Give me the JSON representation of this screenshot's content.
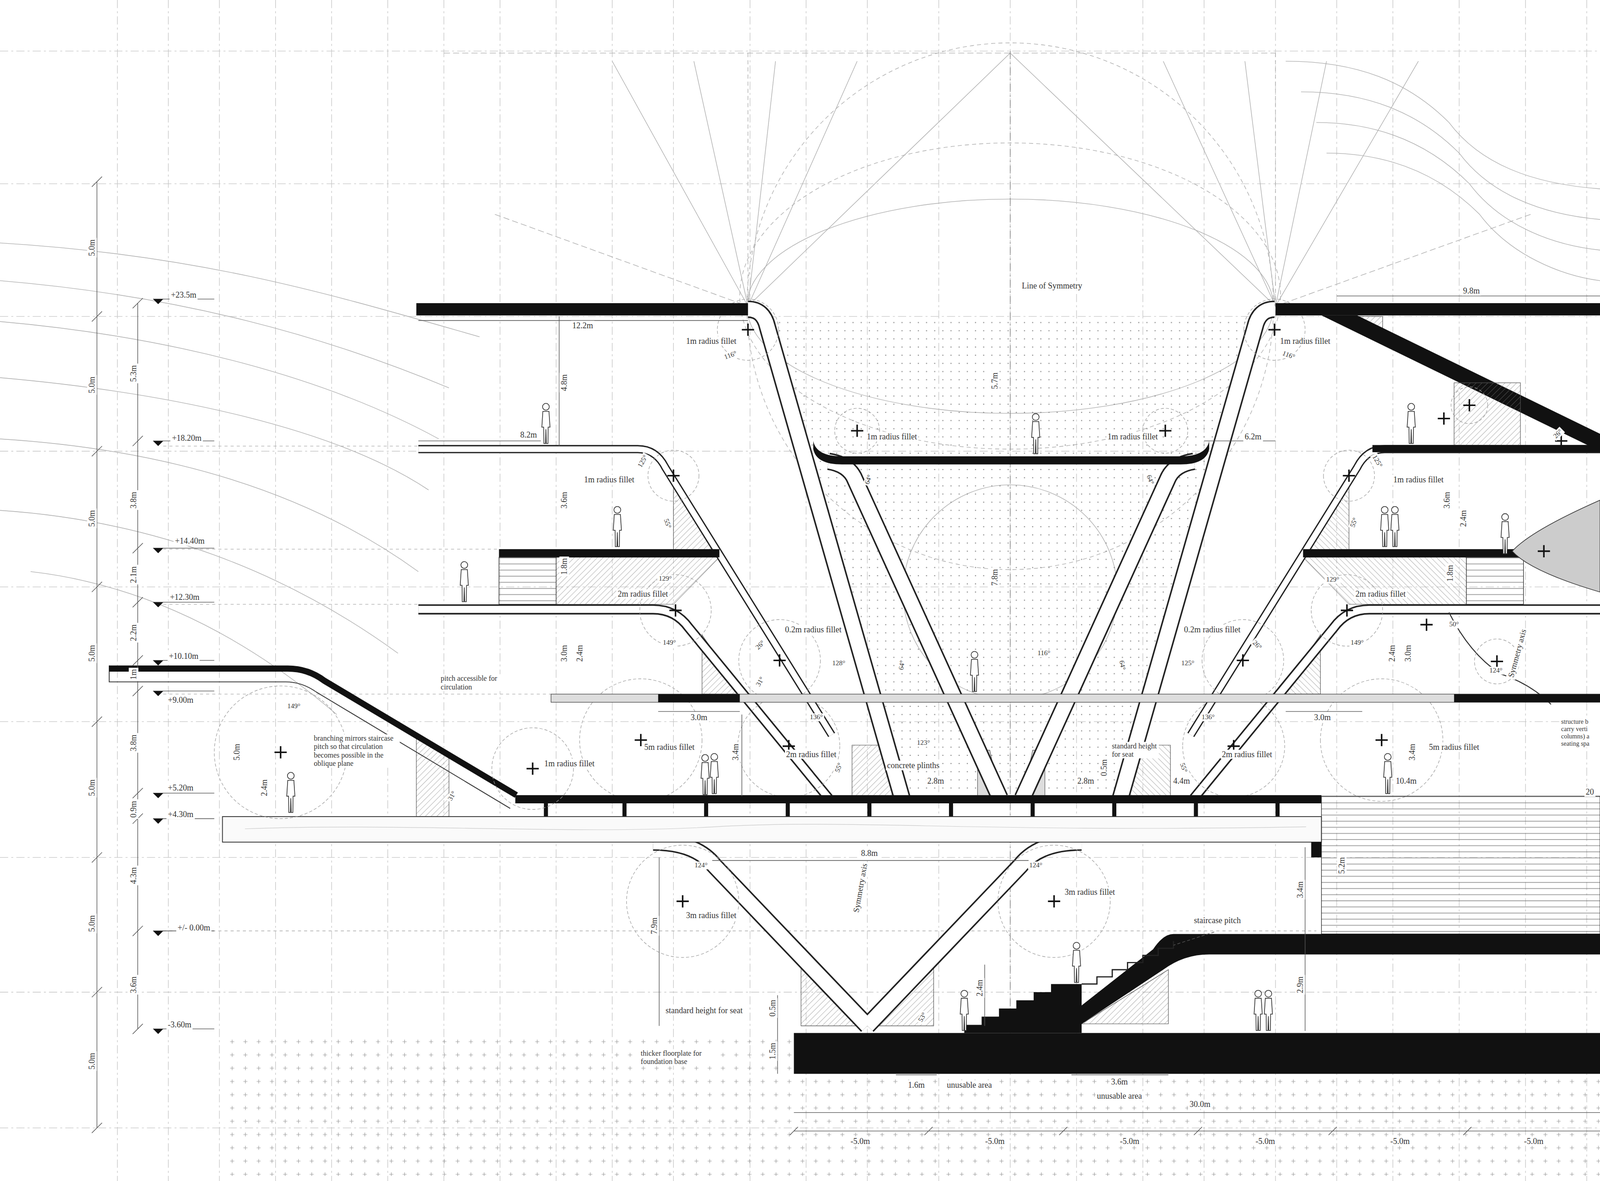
{
  "diagram": {
    "labels": [
      "5.0m",
      "5.0m",
      "5.0m",
      "5.0m",
      "5.0m",
      "5.0m",
      "5.0m",
      "5.3m",
      "3.8m",
      "2.1m",
      "2.2m",
      "1m",
      "3.8m",
      "0.9m",
      "4.3m",
      "3.6m",
      "+23.5m",
      "+18.20m",
      "+14.40m",
      "+12.30m",
      "+10.10m",
      "+9.00m",
      "+5.20m",
      "+4.30m",
      "+/- 0.00m",
      "-3.60m",
      "Line of Symmetry",
      "12.2m",
      "9.8m",
      "1m radius fillet",
      "1m radius fillet",
      "1m radius fillet",
      "1m radius fillet",
      "1m radius fillet",
      "1m radius fillet",
      "1m radius fillet",
      "116°",
      "116°",
      "116°",
      "4.8m",
      "5.7m",
      "7.8m",
      "8.2m",
      "6.2m",
      "3.6m",
      "3.6m",
      "2.4m",
      "1.8m",
      "1.8m",
      "2m radius fillet",
      "2m radius fillet",
      "0.2m radius fillet",
      "0.2m radius fillet",
      "3.0m",
      "2.4m",
      "2.4m",
      "3.0m",
      "pitch accessible for circulation",
      "3.0m",
      "3.0m",
      "5m radius fillet",
      "5m radius fillet",
      "2m radius fillet",
      "2m radius fillet",
      "3.4m",
      "3.4m",
      "concrete plinths",
      "standard height for seat",
      "0.5m",
      "2.8m",
      "2.8m",
      "4.4m",
      "10.4m",
      "20",
      "branching mirrors staircase pitch so that circulation becomes possible in the oblique plane",
      "5.0m",
      "2.4m",
      "structure b carry verti columns) a seating spa",
      "8.8m",
      "124°",
      "124°",
      "3m radius fillet",
      "3m radius fillet",
      "Symmetry axis",
      "Symmetry axis",
      "7.9m",
      "staircase pitch",
      "3.4m",
      "5.2m",
      "2.9m",
      "2.4m",
      "standard height for seat",
      "0.5m",
      "thicker floorplate for foundation base",
      "1.5m",
      "1.6m",
      "unusable area",
      "3.6m",
      "unusable area",
      "30.0m",
      "-5.0m",
      "-5.0m",
      "-5.0m",
      "-5.0m",
      "-5.0m",
      "-5.0m",
      "64°",
      "64°",
      "125°",
      "125°",
      "55°",
      "55°",
      "129°",
      "129°",
      "149°",
      "149°",
      "26°",
      "26°",
      "128°",
      "125°",
      "64°",
      "64°",
      "31°",
      "136°",
      "136°",
      "123°",
      "55°",
      "55°",
      "149°",
      "31°",
      "53°",
      "26°",
      "124°",
      "50°"
    ]
  }
}
